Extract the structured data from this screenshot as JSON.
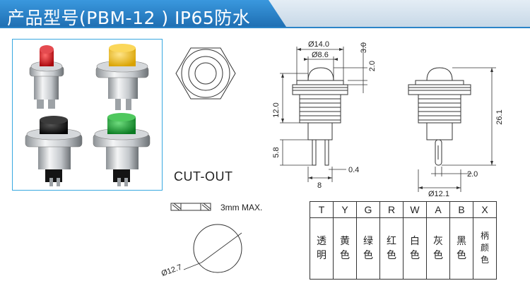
{
  "header": {
    "title": "产品型号(PBM-12 ) IP65防水",
    "colors": {
      "bar_dark": "#2b84c8",
      "bar_light": "#c9d9e6"
    }
  },
  "photo": {
    "border_color": "#38a8e0",
    "cap_colors": {
      "red": "#d11c22",
      "yellow": "#f2c21a",
      "black": "#1a1a1a",
      "green": "#1fa13a"
    }
  },
  "front_view": {
    "dims": {
      "d14": "Ø14.0",
      "d86": "Ø8.6",
      "h30": "3.0",
      "h20": "2.0",
      "h120": "12.0",
      "h58": "5.8",
      "w8": "8",
      "t04": "0.4"
    }
  },
  "side_view": {
    "dims": {
      "h261": "26.1",
      "w20": "2.0",
      "d121": "Ø12.1"
    }
  },
  "cutout": {
    "title": "CUT-OUT",
    "max_label": "3mm MAX.",
    "hole_label": "Ø12.7"
  },
  "color_table": {
    "codes": [
      "T",
      "Y",
      "G",
      "R",
      "W",
      "A",
      "B",
      "X"
    ],
    "names": [
      "透明",
      "黄色",
      "绿色",
      "红色",
      "白色",
      "灰色",
      "黑色",
      "柄颜色"
    ]
  }
}
